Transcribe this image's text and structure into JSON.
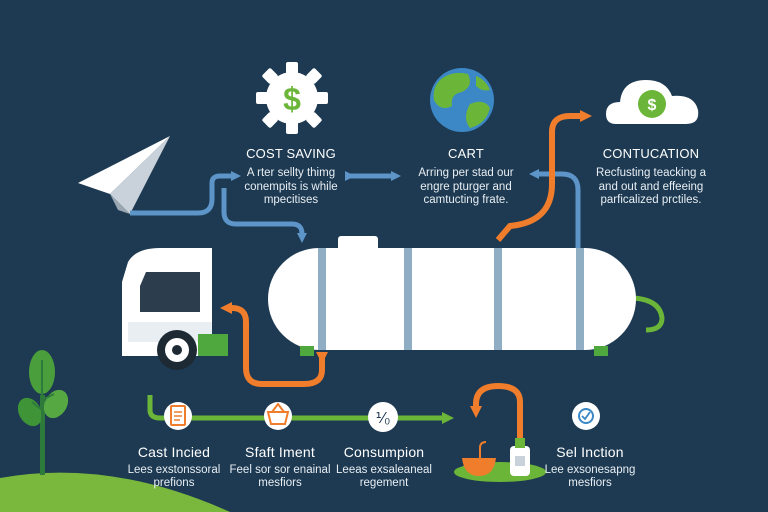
{
  "top_blocks": [
    {
      "title": "COST SAVING",
      "lines": [
        "A rter sellty thimg",
        "conempits is while",
        "mpecitises"
      ]
    },
    {
      "title": "CART",
      "lines": [
        "Arring per stad our",
        "engre pturger and",
        "camtucting frate."
      ]
    },
    {
      "title": "CONTUCATION",
      "lines": [
        "Recfusting teacking a",
        "and out and effeeing",
        "parficalized prctiles."
      ]
    }
  ],
  "bottom_blocks": [
    {
      "title": "Cast Incied",
      "lines": [
        "Lees exstonssoral",
        "prefions"
      ]
    },
    {
      "title": "Sfaft Iment",
      "lines": [
        "Feel sor sor enainal",
        "mesfiors"
      ]
    },
    {
      "title": "Consumpion",
      "lines": [
        "Leeas exsaleaneal",
        "regement"
      ]
    },
    {
      "title": "Sel Inction",
      "lines": [
        "Lee exsonesapng",
        "mesfiors"
      ]
    }
  ],
  "icons": {
    "cost_saving": "dollar-gear-icon",
    "cart": "globe-icon",
    "contucation": "dollar-cloud-icon",
    "paper_plane": "paper-plane-icon",
    "tree": "tree-icon",
    "cast_incied": "document-icon",
    "sfaft_iment": "basket-icon",
    "consumpion": "ratio-icon",
    "sel_inction": "gear-check-icon"
  },
  "symbols": {
    "dollar": "$",
    "ratio": "⅟₀"
  },
  "colors": {
    "background": "#1d3a52",
    "blue_arrow": "#5d95c9",
    "orange_arrow": "#f07d2b",
    "green_arrow": "#6bb639",
    "tank": "#ffffff",
    "tank_band": "#8faec4"
  }
}
